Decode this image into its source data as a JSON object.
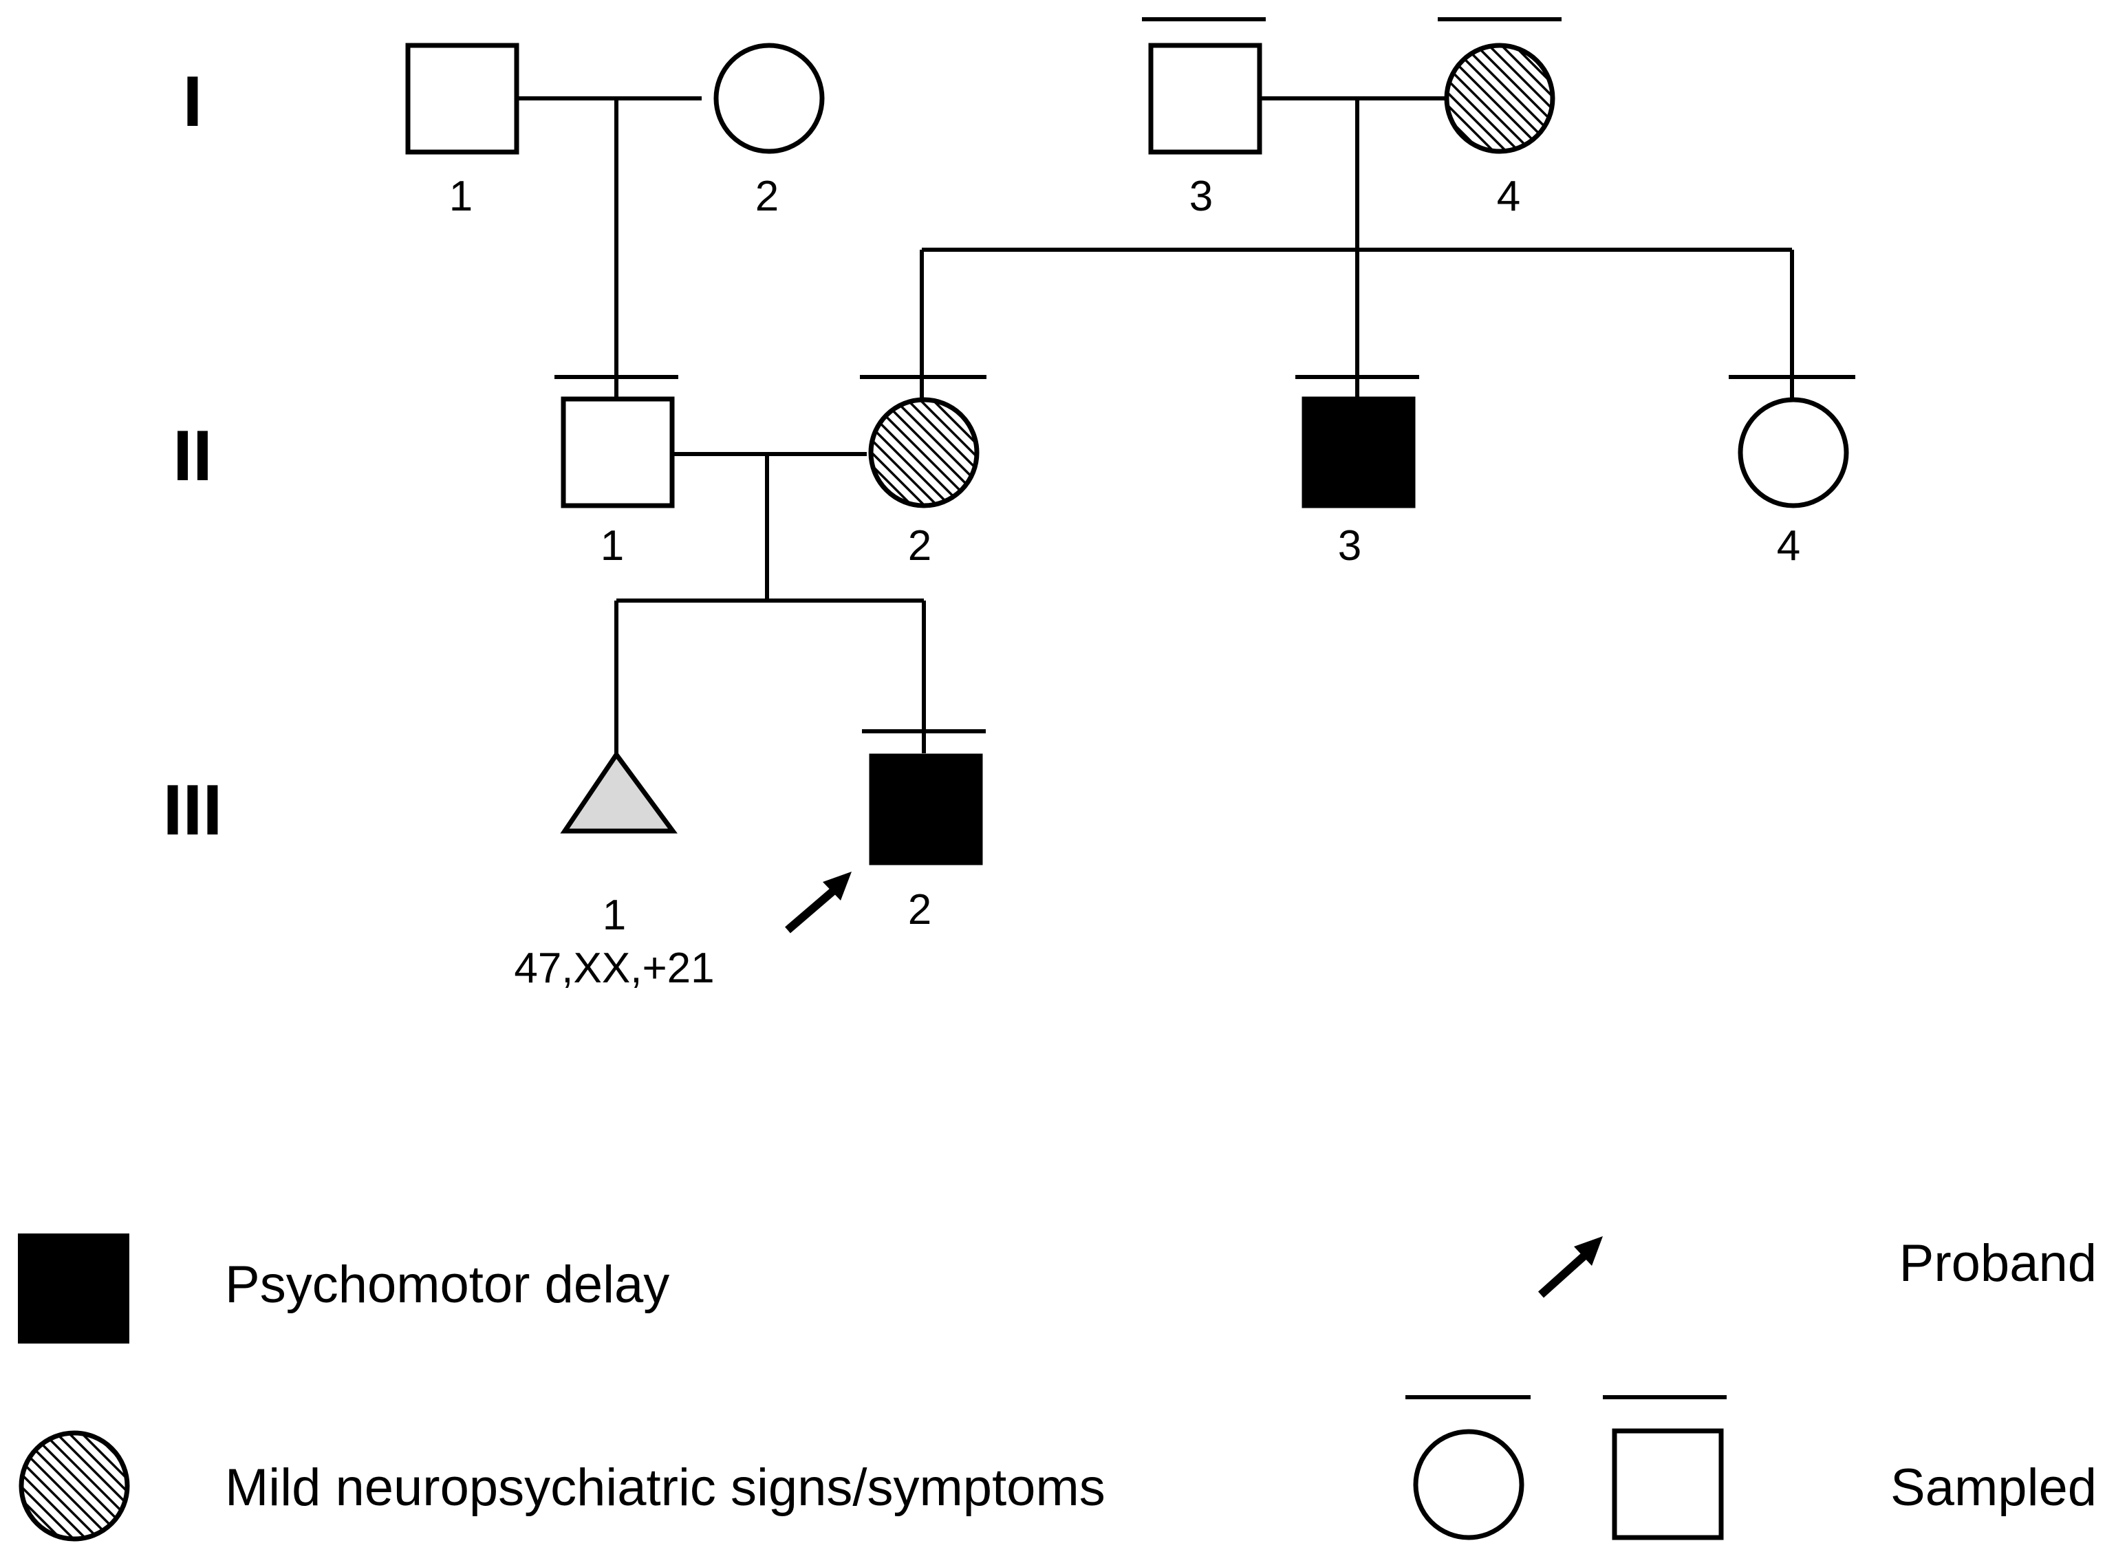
{
  "generations": {
    "I": "I",
    "II": "II",
    "III": "III"
  },
  "individuals": {
    "I1": {
      "sex": "male",
      "status": "unaffected",
      "label": "1",
      "sampled": false
    },
    "I2": {
      "sex": "female",
      "status": "unaffected",
      "label": "2",
      "sampled": false
    },
    "I3": {
      "sex": "male",
      "status": "unaffected",
      "label": "3",
      "sampled": true
    },
    "I4": {
      "sex": "female",
      "status": "mild",
      "label": "4",
      "sampled": true
    },
    "II1": {
      "sex": "male",
      "status": "unaffected",
      "label": "1",
      "sampled": true
    },
    "II2": {
      "sex": "female",
      "status": "mild",
      "label": "2",
      "sampled": true
    },
    "II3": {
      "sex": "male",
      "status": "affected",
      "label": "3",
      "sampled": true
    },
    "II4": {
      "sex": "female",
      "status": "unaffected",
      "label": "4",
      "sampled": true
    },
    "III1": {
      "sex": "pregnancy",
      "status": "gray",
      "label": "1",
      "karyotype": "47,XX,+21",
      "sampled": false
    },
    "III2": {
      "sex": "male",
      "status": "affected",
      "label": "2",
      "sampled": true,
      "proband": true
    }
  },
  "legend": {
    "affected": "Psychomotor delay",
    "mild": "Mild neuropsychiatric signs/symptoms",
    "proband": "Proband",
    "sampled": "Sampled"
  },
  "colors": {
    "affected": "#000000",
    "pregnancy": "#d9d9d9",
    "line": "#000000"
  }
}
